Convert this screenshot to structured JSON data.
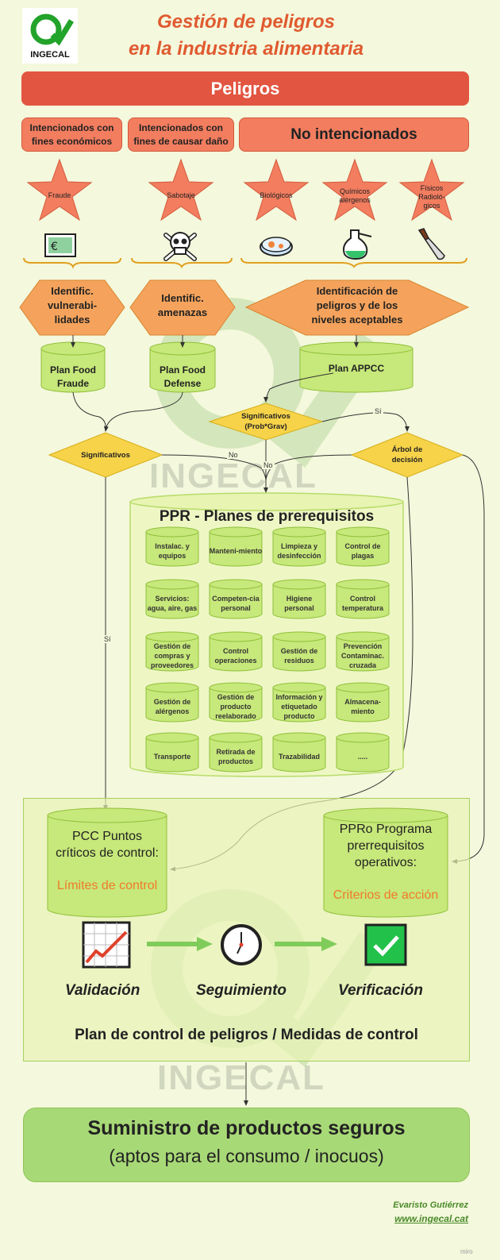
{
  "title": {
    "line1": "Gestión de peligros",
    "line2": "en la industria alimentaria"
  },
  "logo": {
    "text": "INGECAL"
  },
  "watermark": {
    "text": "INGECAL"
  },
  "peligros_header": "Peligros",
  "categories": {
    "econ": "Intencionados con fines económicos",
    "dano": "Intencionados con fines de causar daño",
    "no_int": "No intencionados"
  },
  "stars": {
    "fraude": "Fraude",
    "sabotaje": "Sabotaje",
    "biologicos": "Biológicos",
    "quimicos": "Químicos alérgenos",
    "fisicos": "Físicos Radioló-gicos"
  },
  "icons": [
    "money-screen-icon",
    "skull-crossbones-icon",
    "petri-dish-icon",
    "flask-icon",
    "knife-icon"
  ],
  "hexagons": {
    "vuln": "Identific. vulnerabi-lidades",
    "amen": "Identific. amenazas",
    "ident": "Identificación de peligros y de los niveles aceptables"
  },
  "plans": {
    "fraude": "Plan Food Fraude",
    "defense": "Plan Food Defense",
    "appcc": "Plan APPCC"
  },
  "diamonds": {
    "signif_pg": "Significativos (Prob*Grav)",
    "signif": "Significativos",
    "arbol": "Árbol de decisión"
  },
  "edge_labels": {
    "si": "Sí",
    "no": "No",
    "si2": "Sí"
  },
  "ppr": {
    "title": "PPR - Planes de prerequisitos",
    "items": [
      "Instalac. y equipos",
      "Manteni-miento",
      "Limpieza y desinfección",
      "Control de plagas",
      "Servicios: agua, aire, gas",
      "Competen-cia personal",
      "Higiene personal",
      "Control temperatura",
      "Gestión de compras y proveedores",
      "Control operaciones",
      "Gestión de residuos",
      "Prevención Contaminac. cruzada",
      "Gestión de alérgenos",
      "Gestión de producto reelaborado",
      "Información y etiquetado producto",
      "Almacena-miento",
      "Transporte",
      "Retirada de productos",
      "Trazabilidad",
      "....."
    ]
  },
  "pcc": {
    "title": "PCC Puntos críticos de control:",
    "sub": "Límites de control"
  },
  "ppro": {
    "title": "PPRo Programa prerrequisitos operativos:",
    "sub": "Criterios de acción"
  },
  "stages": {
    "validacion": "Validación",
    "seguimiento": "Seguimiento",
    "verificacion": "Verificación"
  },
  "control_plan": "Plan de control de peligros / Medidas de control",
  "final": {
    "line1": "Suministro de productos seguros",
    "line2": "(aptos para el consumo / inocuos)"
  },
  "author": {
    "name": "Evaristo Gutiérrez",
    "web": "www.ingecal.cat"
  },
  "miro": "miro",
  "colors": {
    "title": "#e05a30",
    "header_red": "#e25540",
    "cat": "#f27d5f",
    "hex": "#f5a35c",
    "cyl": "#c7e87a",
    "diamond": "#f7d34a",
    "green_box": "#e8f2b5",
    "final": "#a8d977",
    "orange_text": "#f07a2a"
  }
}
